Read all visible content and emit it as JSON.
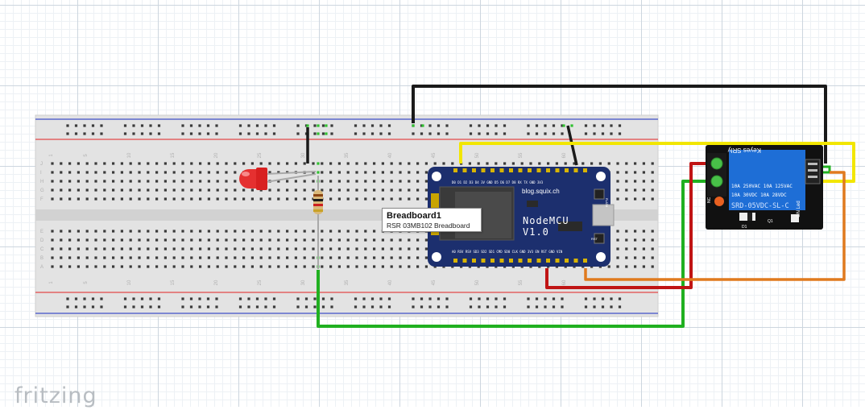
{
  "app": {
    "logo_text": "fritzing"
  },
  "tooltip": {
    "title": "Breadboard1",
    "subtitle": "RSR 03MB102 Breadboard"
  },
  "nodemcu": {
    "site_label": "blog.squix.ch",
    "name_line1": "NodeMCU",
    "name_line2": "V1.0",
    "top_pins": "D0  D1  D2  D3  D4  3V  GND D5  D6  D7  D8  RX  TX  GND 3V3",
    "bottom_pins": "A0  RSV RSV SD3 SD2 SD1 CMD SD0 CLK GND 3V3 EN  RST GND VIN",
    "flash_label": "FLASH",
    "rst_label": "RST"
  },
  "relay": {
    "brand": "Keyes SRly",
    "spec_line1": "10A 250VAC  10A 125VAC",
    "spec_line2": "10A  30VDC  10A  28VDC",
    "part": "SRD-05VDC-SL-C",
    "nc_label": "NC",
    "no_label": "NO",
    "on_led_label": "ON Led",
    "d1_label": "D1",
    "q1_label": "Q1",
    "r1_label": "R1"
  },
  "breadboard": {
    "column_numbers": [
      "1",
      "5",
      "10",
      "15",
      "20",
      "25",
      "30",
      "35",
      "40",
      "45",
      "50",
      "55",
      "60"
    ],
    "row_letters_top": [
      "J",
      "I",
      "H",
      "G",
      "F"
    ],
    "row_letters_bottom": [
      "E",
      "D",
      "C",
      "B",
      "A"
    ]
  },
  "colors": {
    "wire_black": "#1a1a1a",
    "wire_yellow": "#f2e600",
    "wire_green": "#20b020",
    "wire_red": "#c01414",
    "wire_orange": "#e07a1e",
    "nodemcu_board": "#1c2f6e",
    "relay_board": "#111111",
    "relay_body": "#1e6ed6",
    "led_red": "#e53030",
    "rail_red": "#e34848",
    "rail_blue": "#4050c8"
  }
}
